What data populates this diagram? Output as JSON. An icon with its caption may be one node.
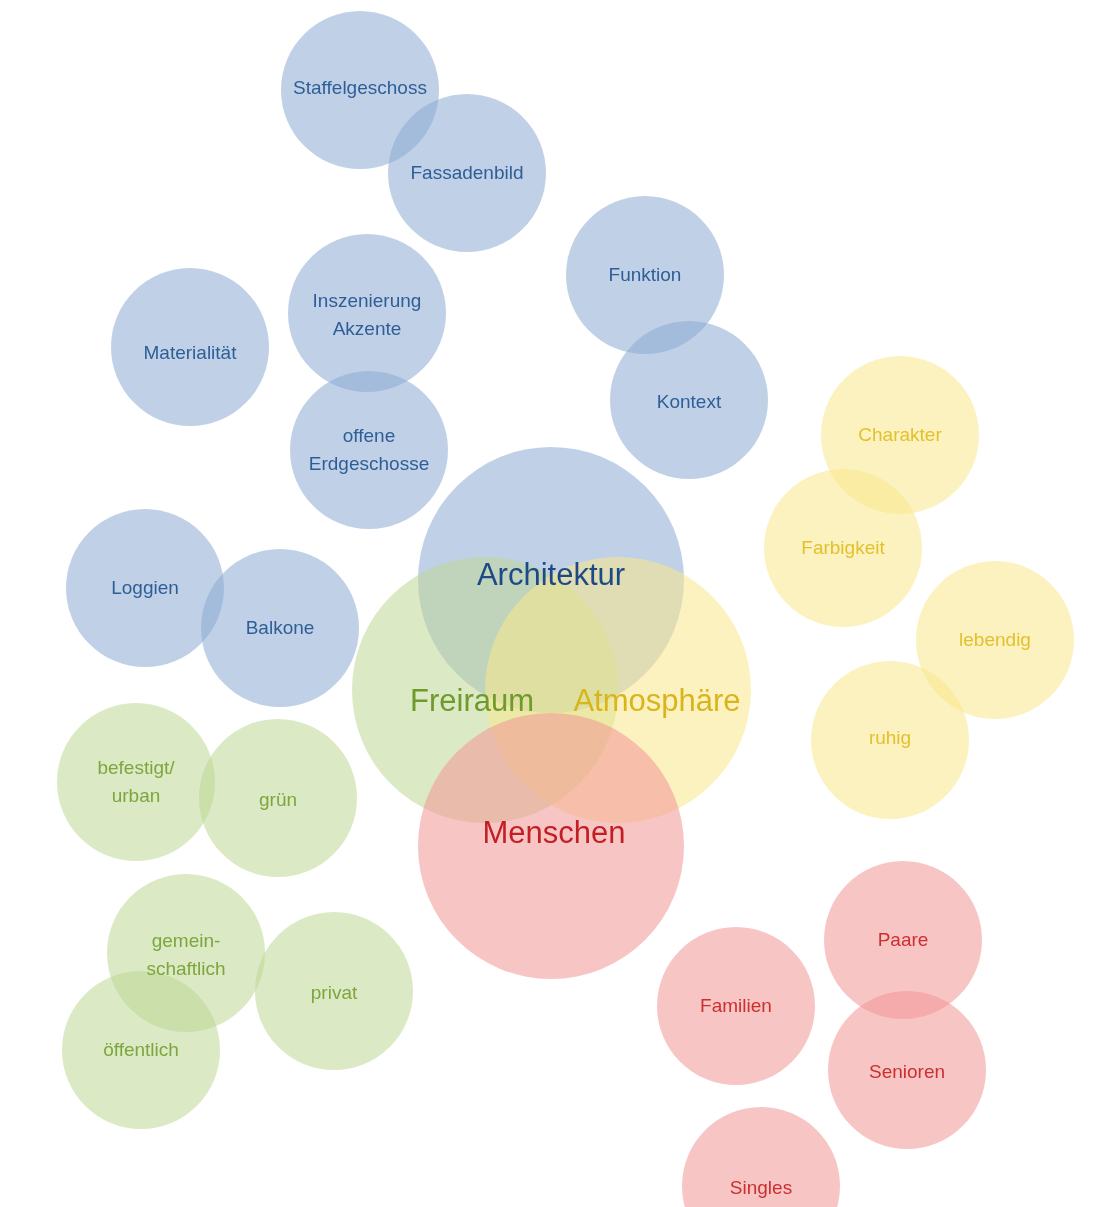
{
  "diagram": {
    "nodes": [
      {
        "text": [
          "Staffelgeschoss"
        ]
      },
      {
        "text": [
          "Fassadenbild"
        ]
      },
      {
        "text": [
          "Funktion"
        ]
      },
      {
        "text": [
          "Inszenierung Akzente"
        ]
      },
      {
        "text": [
          "Materialität"
        ]
      },
      {
        "text": [
          "Kontext"
        ]
      },
      {
        "text": [
          "offene Erdgeschosse"
        ]
      },
      {
        "text": [
          "Charakter"
        ]
      },
      {
        "text": [
          "Architektur"
        ]
      },
      {
        "text": [
          "Farbigkeit"
        ]
      },
      {
        "text": [
          "Loggien"
        ]
      },
      {
        "text": [
          "Balkone"
        ]
      },
      {
        "text": [
          "lebendig"
        ]
      },
      {
        "text": [
          "Freiraum"
        ]
      },
      {
        "text": [
          "Atmosphäre"
        ]
      },
      {
        "text": [
          "ruhig"
        ]
      },
      {
        "text": [
          "befestigt/ urban"
        ]
      },
      {
        "text": [
          "grün"
        ]
      },
      {
        "text": [
          "Menschen"
        ]
      },
      {
        "text": [
          "gemein- schaftlich"
        ]
      },
      {
        "text": [
          "Paare"
        ]
      },
      {
        "text": [
          "privat"
        ]
      },
      {
        "text": [
          "Familien"
        ]
      },
      {
        "text": [
          "Senioren"
        ]
      },
      {
        "text": [
          "öffentlich"
        ]
      },
      {
        "text": [
          "Singles"
        ]
      }
    ],
    "edges": []
  }
}
